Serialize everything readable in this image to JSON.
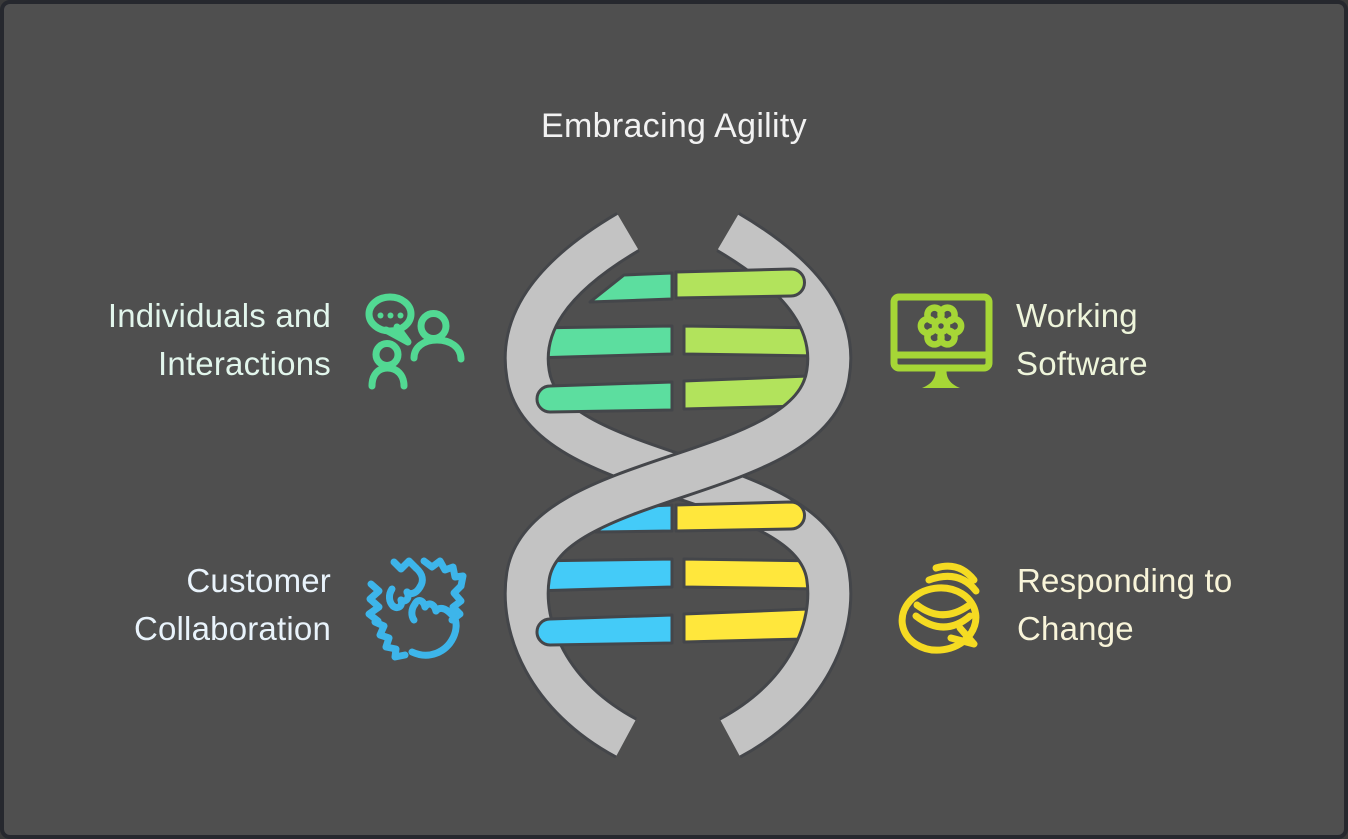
{
  "title": "Embracing Agility",
  "title_color": "#F2F2F2",
  "background_color": "#4F4F4F",
  "frame_color": "#26282E",
  "quadrants": {
    "top_left": {
      "lines": [
        "Individuals and",
        "Interactions"
      ],
      "icon": "people-chat-icon",
      "icon_color": "#52D993",
      "text_color": "#E2F6EC"
    },
    "top_right": {
      "lines": [
        "Working",
        "Software"
      ],
      "icon": "monitor-gear-icon",
      "icon_color": "#A6D636",
      "text_color": "#EEF5DB"
    },
    "bottom_left": {
      "lines": [
        "Customer",
        "Collaboration"
      ],
      "icon": "handshake-icon",
      "icon_color": "#3DB5EA",
      "text_color": "#E9F3FB"
    },
    "bottom_right": {
      "lines": [
        "Responding to",
        "Change"
      ],
      "icon": "speech-bubble-swirl-icon",
      "icon_color": "#F5DB22",
      "text_color": "#F8F4D9"
    }
  },
  "dna": {
    "strand_color": "#C3C3C3",
    "outline_color": "#44464A",
    "rung_colors": {
      "top_left": "#5CDE9F",
      "top_right": "#B2E35C",
      "bottom_left": "#44CBF8",
      "bottom_right": "#FFE73C"
    }
  }
}
